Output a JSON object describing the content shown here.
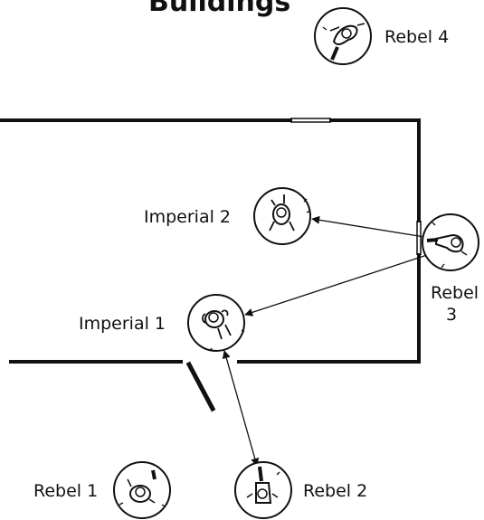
{
  "title": "Buildings",
  "colors": {
    "ink": "#111111",
    "background": "#ffffff"
  },
  "figures": {
    "rebel4": {
      "label": "Rebel 4",
      "icon": "rebel-figure-icon"
    },
    "imperial2": {
      "label": "Imperial 2",
      "icon": "imperial-figure-icon"
    },
    "rebel3": {
      "label_line1": "Rebel",
      "label_line2": "3",
      "icon": "rebel-figure-icon"
    },
    "imperial1": {
      "label": "Imperial 1",
      "icon": "imperial-figure-icon"
    },
    "rebel1": {
      "label": "Rebel 1",
      "icon": "rebel-figure-icon"
    },
    "rebel2": {
      "label": "Rebel 2",
      "icon": "rebel-figure-icon"
    }
  },
  "lines_of_sight": [
    {
      "from": "Rebel 3",
      "to": "Imperial 2"
    },
    {
      "from": "Rebel 3",
      "to": "Imperial 1"
    },
    {
      "from": "Rebel 2",
      "to": "Imperial 1"
    }
  ]
}
